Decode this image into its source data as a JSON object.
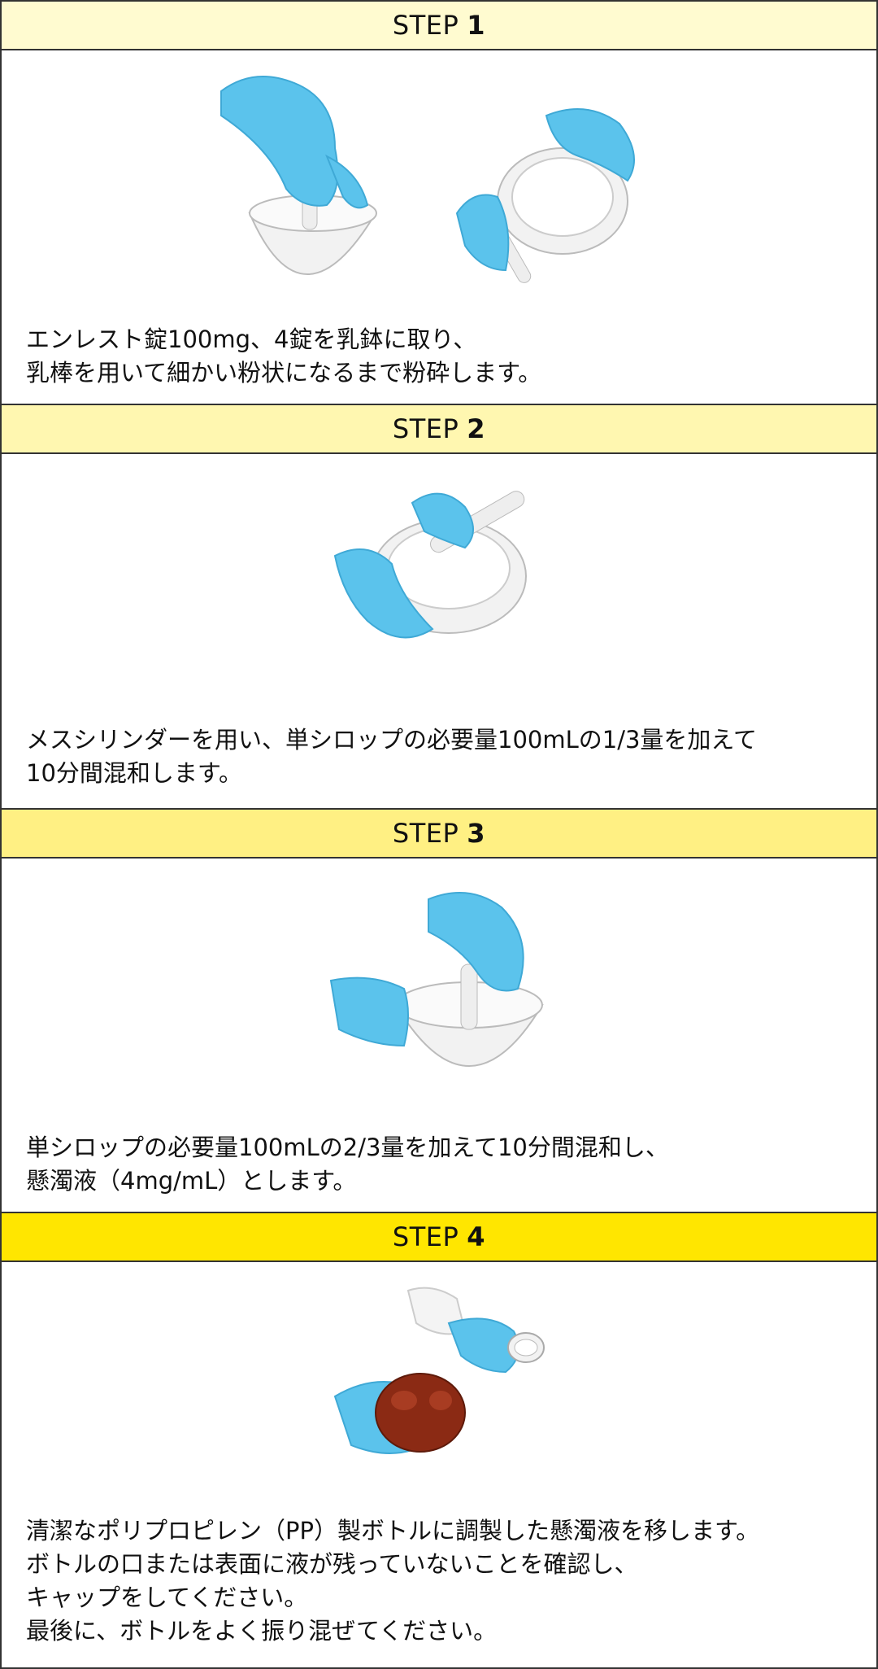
{
  "steps": [
    {
      "label": "STEP",
      "number": "1",
      "header_color": "#FFFBD0",
      "lines": [
        "エンレスト錠100mg、4錠を乳鉢に取り、",
        "乳棒を用いて細かい粉状になるまで粉砕します。"
      ]
    },
    {
      "label": "STEP",
      "number": "2",
      "header_color": "#FFF7B0",
      "lines": [
        "メスシリンダーを用い、単シロップの必要量100mLの1/3量を加えて",
        "10分間混和します。"
      ]
    },
    {
      "label": "STEP",
      "number": "3",
      "header_color": "#FFF083",
      "lines": [
        "単シロップの必要量100mLの2/3量を加えて10分間混和し、",
        "懸濁液（4mg/mL）とします。"
      ]
    },
    {
      "label": "STEP",
      "number": "4",
      "header_color": "#FFE600",
      "lines": [
        "清潔なポリプロピレン（PP）製ボトルに調製した懸濁液を移します。",
        "ボトルの口または表面に液が残っていないことを確認し、",
        "キャップをしてください。",
        "最後に、ボトルをよく振り混ぜてください。"
      ]
    }
  ],
  "colors": {
    "glove": "#5BC3EC",
    "glove_shade": "#3FA9D6",
    "mortar": "#F2F2F2",
    "bottle": "#8B2A14",
    "border": "#333333"
  }
}
